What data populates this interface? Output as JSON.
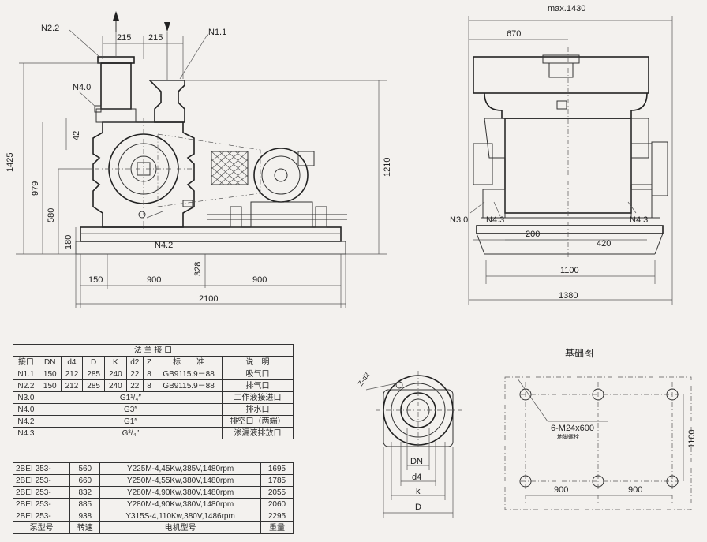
{
  "front_view": {
    "labels": {
      "n22": "N2.2",
      "n11": "N1.1",
      "n40": "N4.0",
      "n42": "N4.2",
      "d215a": "215",
      "d215b": "215",
      "d42": "42",
      "d1425": "1425",
      "d979": "979",
      "d580": "580",
      "d180": "180",
      "d1210": "1210",
      "d328": "328",
      "d150": "150",
      "d900a": "900",
      "d900b": "900",
      "d2100": "2100"
    }
  },
  "side_view": {
    "labels": {
      "max1430": "max.1430",
      "d670": "670",
      "n30": "N3.0",
      "n43a": "N4.3",
      "n43b": "N4.3",
      "d200": "200",
      "d420": "420",
      "d1100": "1100",
      "d1380": "1380"
    }
  },
  "flange_view": {
    "labels": {
      "zd2": "Z-d2",
      "dn": "DN",
      "d4": "d4",
      "k": "k",
      "D": "D"
    }
  },
  "foundation": {
    "title": "基础图",
    "labels": {
      "bolts": "6-M24x600",
      "bolts_note": "地脚螺栓",
      "d1100": "1100",
      "d900a": "900",
      "d900b": "900"
    }
  },
  "flange_table": {
    "title": "法  兰  接  口",
    "headers": [
      "接口",
      "DN",
      "d4",
      "D",
      "K",
      "d2",
      "Z",
      "标　　准",
      "说　明"
    ],
    "rows": [
      [
        "N1.1",
        "150",
        "212",
        "285",
        "240",
        "22",
        "8",
        "GB9115.9－88",
        "吸气口"
      ],
      [
        "N2.2",
        "150",
        "212",
        "285",
        "240",
        "22",
        "8",
        "GB9115.9－88",
        "排气口"
      ]
    ],
    "thread_rows": [
      {
        "port": "N3.0",
        "size": "G1¹/₄″",
        "desc": "工作液接进口"
      },
      {
        "port": "N4.0",
        "size": "G3″",
        "desc": "排水口"
      },
      {
        "port": "N4.2",
        "size": "G1″",
        "desc": "排空口（两端）"
      },
      {
        "port": "N4.3",
        "size": "G³/₄″",
        "desc": "渗漏液排放口"
      }
    ]
  },
  "model_table": {
    "rows": [
      [
        "2BEⅠ 253-",
        "560",
        "Y225M-4,45Kw,385V,1480rpm",
        "1695"
      ],
      [
        "2BEⅠ 253-",
        "660",
        "Y250M-4,55Kw,380V,1480rpm",
        "1785"
      ],
      [
        "2BEⅠ 253-",
        "832",
        "Y280M-4,90Kw,380V,1480rpm",
        "2055"
      ],
      [
        "2BEⅠ 253-",
        "885",
        "Y280M-4,90Kw,380V,1480rpm",
        "2060"
      ],
      [
        "2BEⅠ 253-",
        "938",
        "Y315S-4,110Kw,380V,1486rpm",
        "2295"
      ]
    ],
    "footer": [
      "泵型号",
      "转速",
      "电机型号",
      "重量"
    ]
  }
}
